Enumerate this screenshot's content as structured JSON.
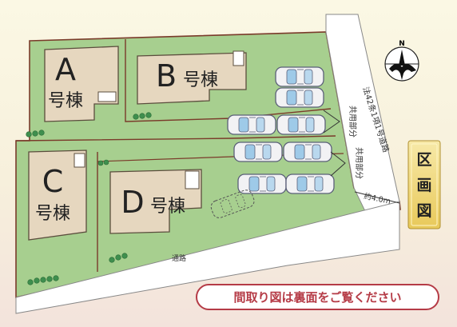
{
  "buildings": {
    "a": {
      "letter": "A",
      "suffix": "号棟"
    },
    "b": {
      "letter": "B",
      "suffix": "号棟"
    },
    "c": {
      "letter": "C",
      "suffix": "号棟"
    },
    "d": {
      "letter": "D",
      "suffix": "号棟"
    }
  },
  "labels": {
    "road_bottom": "通路",
    "road_right": "法42条1項1号道路",
    "shared_upper": "共用部分",
    "shared_lower": "共用部分",
    "road_width": "約4.0m",
    "zumen": "区画図",
    "notice": "間取り図は裏面をご覧ください",
    "north": "N"
  },
  "colors": {
    "lot_green": "#a7cf8f",
    "lot_border": "#7a3a2a",
    "building": "#e6d7bf",
    "road": "#ffffff",
    "notice_text": "#b53b46",
    "zumen_bg": "#f2dc7a"
  }
}
